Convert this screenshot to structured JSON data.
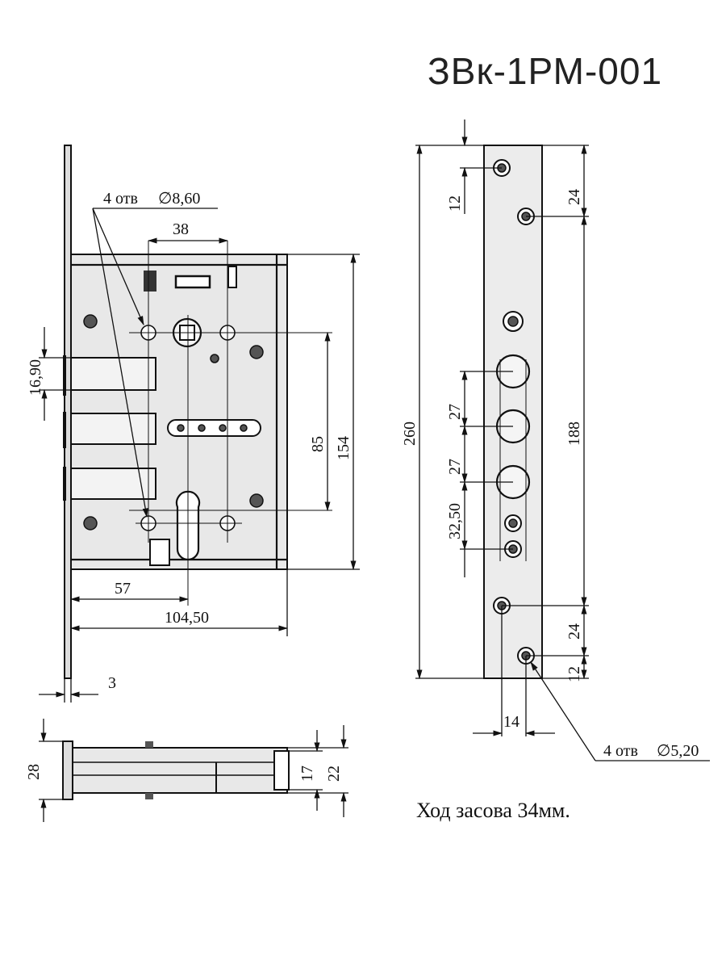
{
  "title": "ЗВк-1РМ-001",
  "stroke_note": "Ход засова 34мм.",
  "front_view": {
    "holes_note": "4 отв",
    "holes_diameter": "∅8,60",
    "dim_38": "38",
    "dim_16_90": "16,90",
    "dim_85": "85",
    "dim_154": "154",
    "dim_57": "57",
    "dim_104_50": "104,50",
    "dim_3": "3"
  },
  "faceplate_view": {
    "dim_260": "260",
    "dim_12_top": "12",
    "dim_24_top": "24",
    "dim_27_a": "27",
    "dim_27_b": "27",
    "dim_32_50": "32,50",
    "dim_188": "188",
    "dim_24_bottom": "24",
    "dim_12_bottom": "12",
    "dim_14": "14",
    "holes_note": "4 отв",
    "holes_diameter": "∅5,20"
  },
  "bottom_view": {
    "dim_28": "28",
    "dim_17": "17",
    "dim_22": "22"
  }
}
